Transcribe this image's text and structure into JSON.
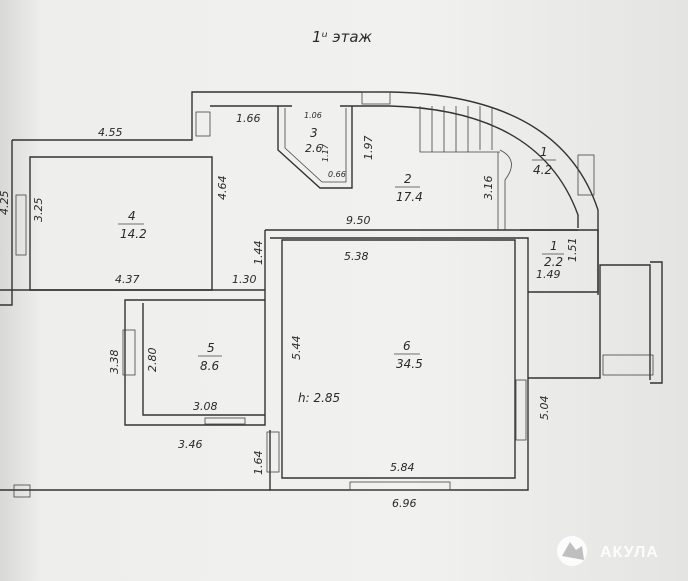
{
  "title": "1ᵘ этаж",
  "rooms": [
    {
      "number": "1",
      "area": "4.2"
    },
    {
      "number": "1",
      "area": "2.2"
    },
    {
      "number": "2",
      "area": "17.4"
    },
    {
      "number": "3",
      "area": "2.6"
    },
    {
      "number": "4",
      "area": "14.2"
    },
    {
      "number": "5",
      "area": "8.6"
    },
    {
      "number": "6",
      "area": "34.5"
    }
  ],
  "dimensions": {
    "d455": "4.55",
    "d425": "4.25",
    "d325": "3.25",
    "d437": "4.37",
    "d464": "4.64",
    "d166": "1.66",
    "d106": "1.06",
    "d117": "1.17",
    "d066": "0.66",
    "d197": "1.97",
    "d950": "9.50",
    "d144": "1.44",
    "d130": "1.30",
    "d538": "5.38",
    "d316": "3.16",
    "d151": "1.51",
    "d149": "1.49",
    "d338": "3.38",
    "d280": "2.80",
    "d308": "3.08",
    "d346": "3.46",
    "d544": "5.44",
    "d164": "1.64",
    "d584": "5.84",
    "d696": "6.96",
    "d504": "5.04"
  },
  "ceiling_height": "h: 2.85",
  "watermark": "АКУЛА"
}
